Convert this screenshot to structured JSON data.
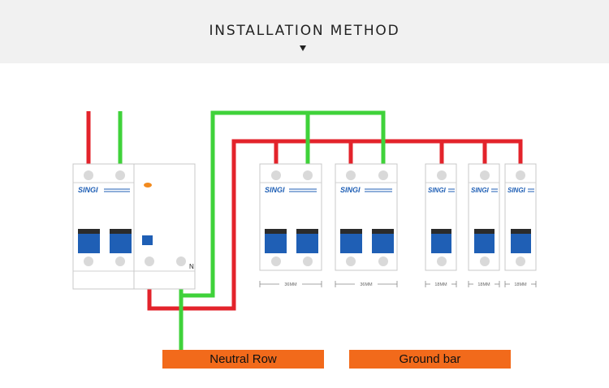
{
  "header": {
    "title": "INSTALLATION METHOD"
  },
  "colors": {
    "live_wire": "#e3232b",
    "neutral_wire": "#3fd23a",
    "brand_blue": "#1f5fb5",
    "bar_orange": "#f26a1b"
  },
  "breakers": {
    "brand_label": "SINGI",
    "neutral_terminal_label": "N",
    "width_labels": [
      "36MM",
      "36MM",
      "18MM",
      "18MM",
      "18MM"
    ]
  },
  "bars": {
    "neutral_row": "Neutral Row",
    "ground_bar": "Ground bar"
  },
  "icons": [
    "dropdown-arrow-icon",
    "indicator-led-icon"
  ]
}
